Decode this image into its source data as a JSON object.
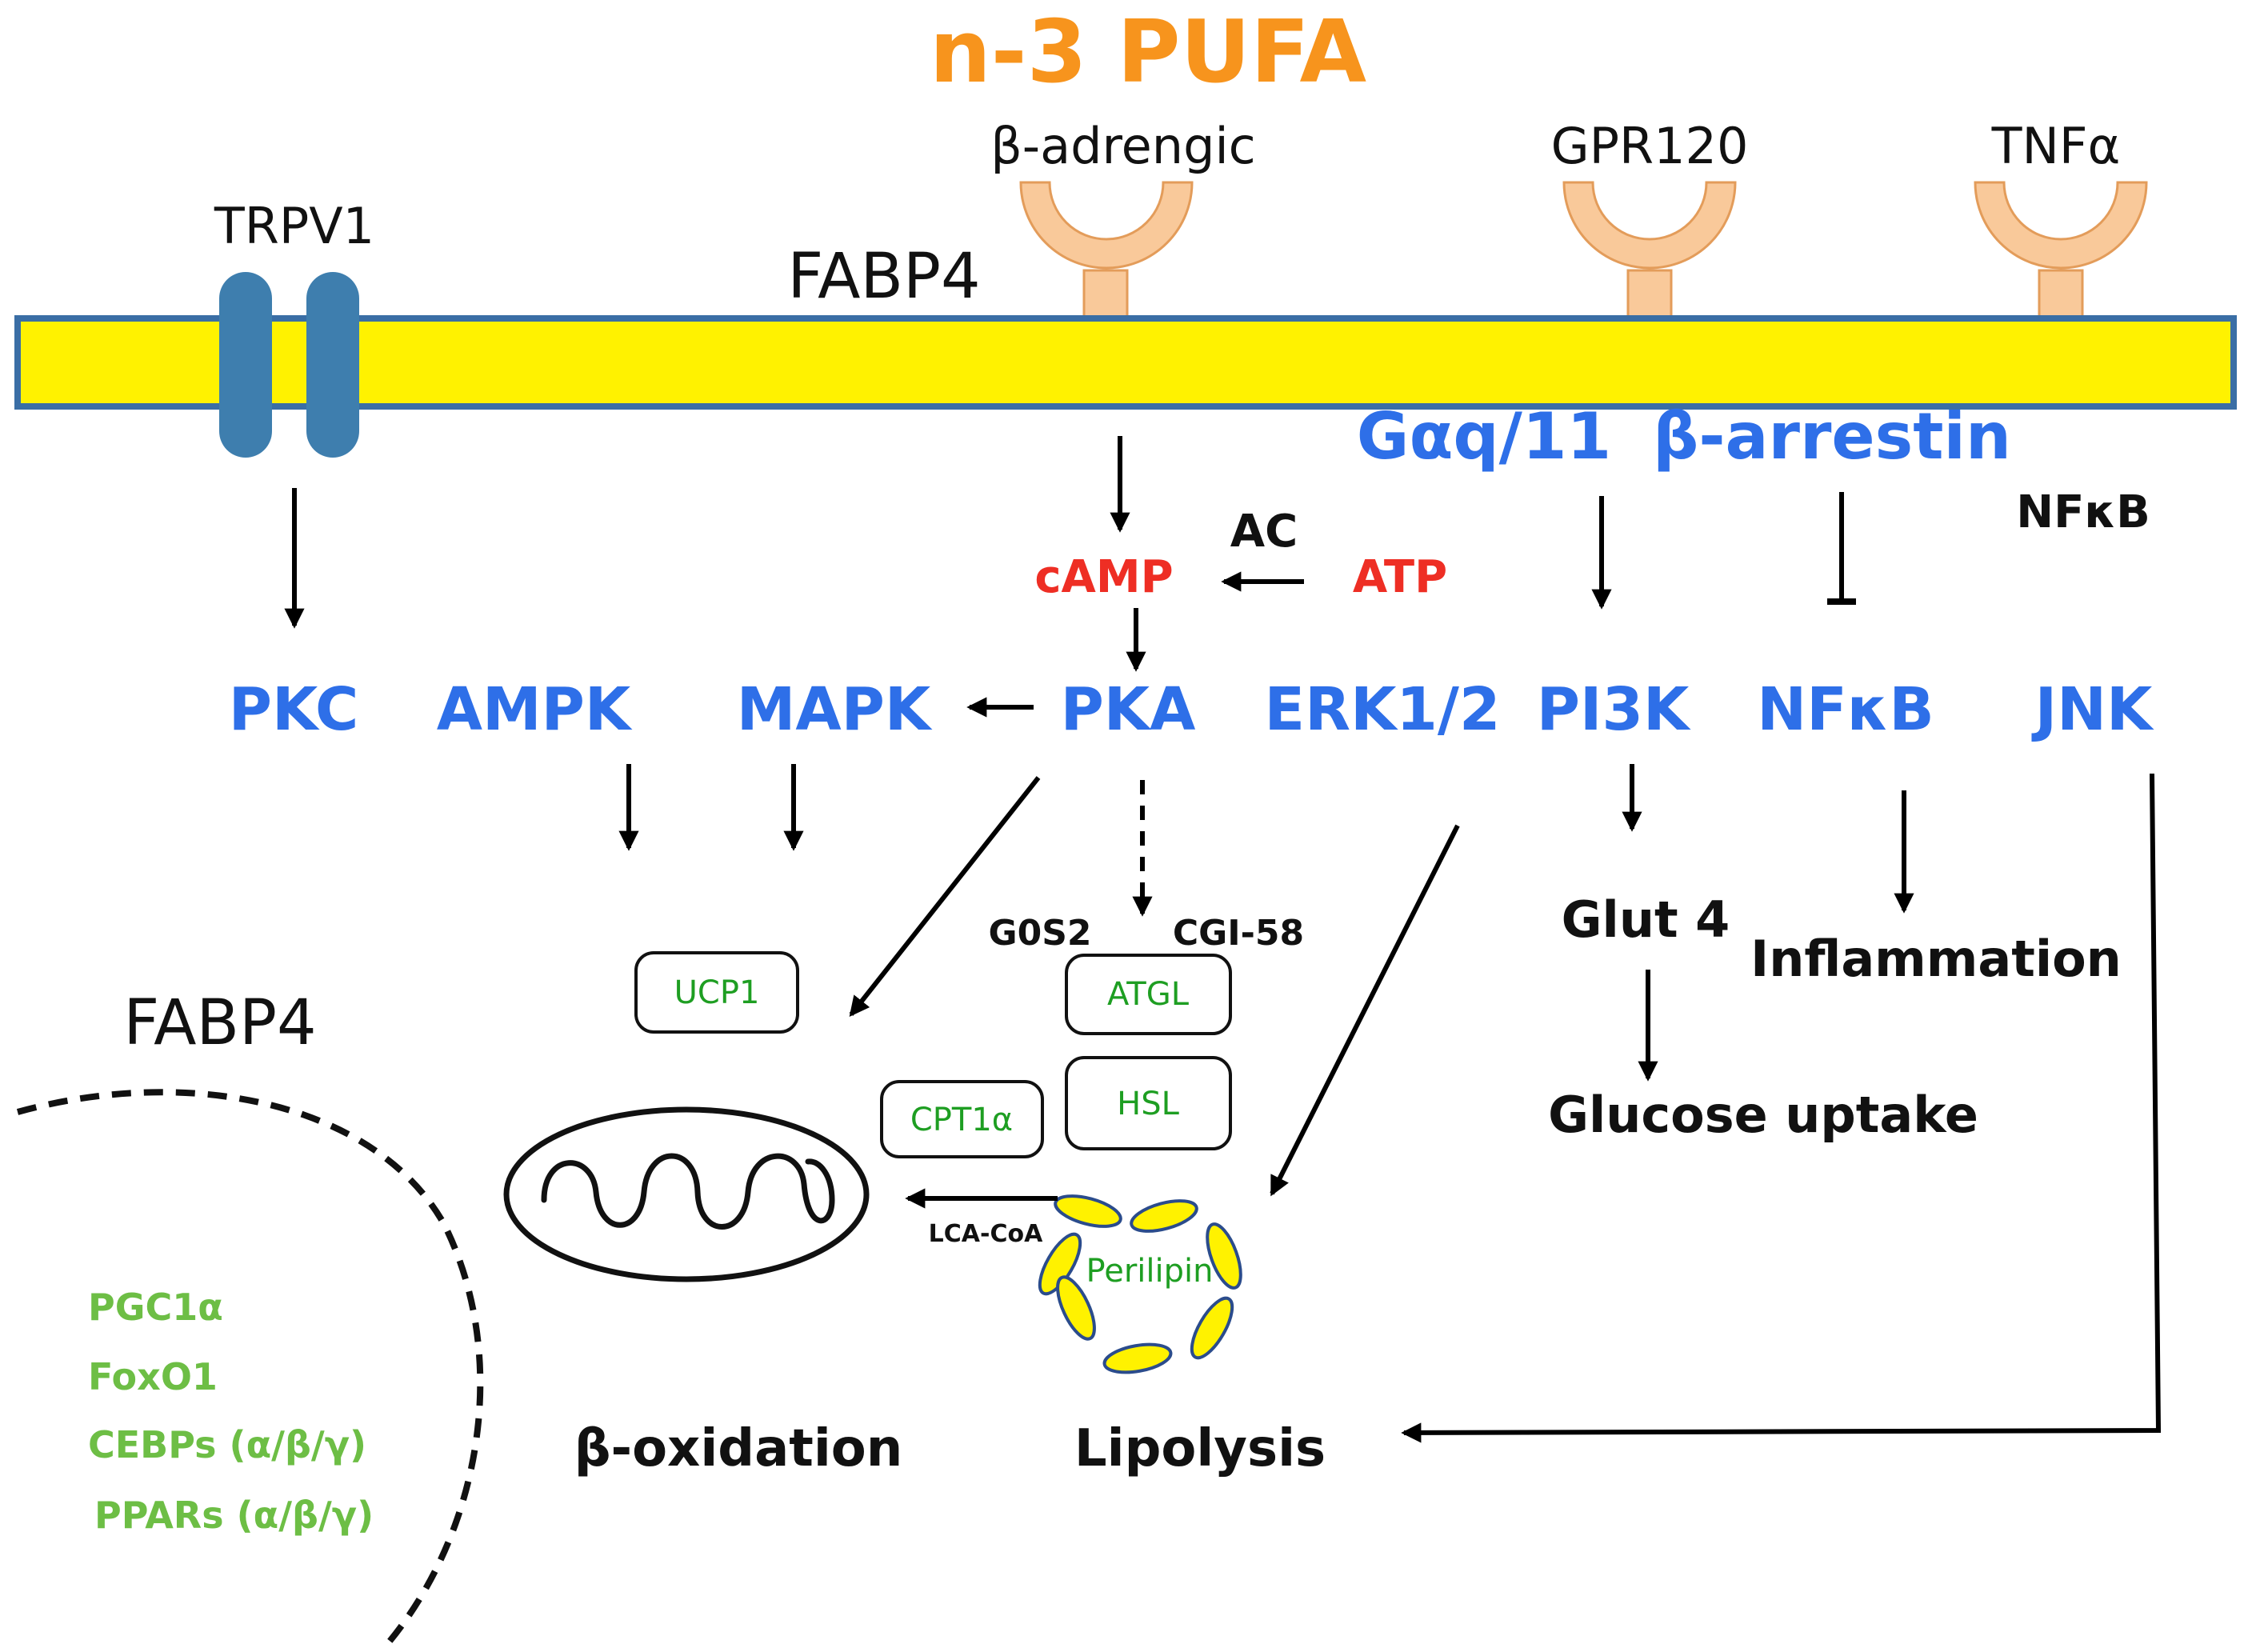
{
  "title": "n-3 PUFA",
  "receptors": {
    "trpv1": "TRPV1",
    "beta_adrenergic": "β-adrengic",
    "gpr120": "GPR120",
    "tnfa": "TNFα"
  },
  "membrane_label": "FABP4",
  "nucleus_label": "FABP4",
  "adapters": {
    "gaq11": "Gαq/11",
    "beta_arrestin": "β-arrestin",
    "nfkb_small": "NFκB"
  },
  "second_messengers": {
    "camp": "cAMP",
    "atp": "ATP",
    "ac": "AC"
  },
  "kinases": {
    "pkc": "PKC",
    "ampk": "AMPK",
    "mapk": "MAPK",
    "pka": "PKA",
    "erk": "ERK1/2",
    "pi3k": "PI3K",
    "nfkb": "NFκB",
    "jnk": "JNK"
  },
  "cofactors": {
    "g0s2": "G0S2",
    "cgi58": "CGI-58"
  },
  "proteins": {
    "ucp1": "UCP1",
    "atgl": "ATGL",
    "hsl": "HSL",
    "cpt1a": "CPT1α",
    "perilipin": "Perilipin"
  },
  "lca_coa": "LCA-CoA",
  "outcomes": {
    "glut4": "Glut 4",
    "inflammation": "Inflammation",
    "glucose_uptake": "Glucose uptake",
    "beta_oxidation": "β-oxidation",
    "lipolysis": "Lipolysis"
  },
  "transcription_factors": [
    "PGC1α",
    "FoxO1",
    "CEBPs (α/β/γ)",
    "PPARs (α/β/γ)"
  ],
  "colors": {
    "title": "#F7941D",
    "membrane_fill": "#FFF200",
    "membrane_border": "#3A6EA5",
    "channel": "#3E7EAE",
    "receptor": "#F9C99A",
    "signal_blue": "#2E6FE8",
    "second_messenger_red": "#EE2E24",
    "protein_green": "#1E9E22",
    "tf_green": "#6DBE45",
    "droplet": "#FFF200"
  }
}
